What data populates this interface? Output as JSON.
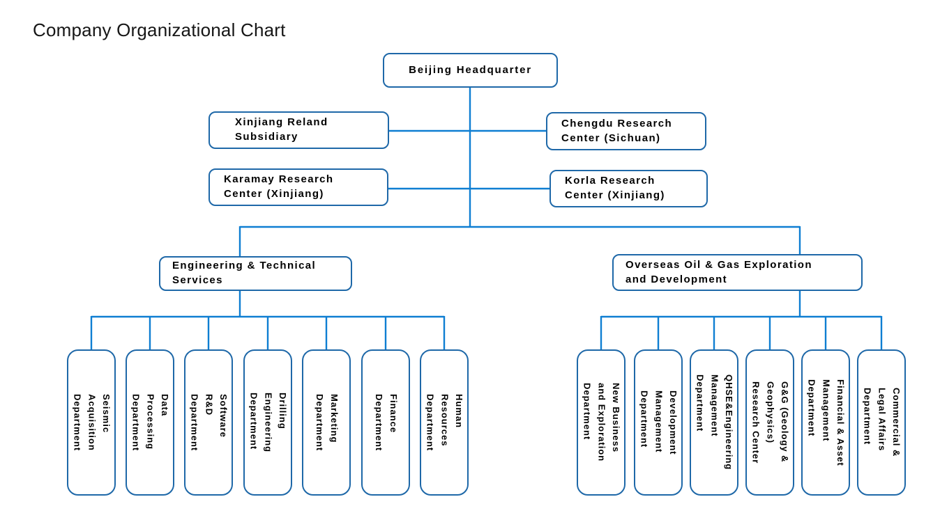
{
  "title": "Company Organizational Chart",
  "colors": {
    "connector_line": "#0e7ed2",
    "box_border": "#1e68a8",
    "box_background": "#ffffff",
    "label_text": "#000000"
  },
  "root": {
    "label": "Beijing Headquarter"
  },
  "level2": [
    {
      "lines": [
        "Xinjiang Reland",
        "Subsidiary"
      ]
    },
    {
      "lines": [
        "Chengdu Research",
        "Center (Sichuan)"
      ]
    },
    {
      "lines": [
        "Karamay Research",
        "Center (Xinjiang)"
      ]
    },
    {
      "lines": [
        "Korla Research",
        "Center (Xinjiang)"
      ]
    }
  ],
  "divisions": [
    {
      "lines": [
        "Engineering & Technical",
        "Services"
      ]
    },
    {
      "lines": [
        "Overseas Oil & Gas Exploration",
        "and Development"
      ]
    }
  ],
  "departments": {
    "engineering": [
      {
        "lines": [
          "Seismic",
          "Acquisition",
          "Department"
        ]
      },
      {
        "lines": [
          "Data",
          "Processing",
          "Department"
        ]
      },
      {
        "lines": [
          "Software",
          "R&D",
          "Department"
        ]
      },
      {
        "lines": [
          "Drilling",
          "Engineering",
          "Department"
        ]
      },
      {
        "lines": [
          "Marketing",
          "Department"
        ]
      },
      {
        "lines": [
          "Finance",
          "Department"
        ]
      },
      {
        "lines": [
          "Human",
          "Resources",
          "Department"
        ]
      }
    ],
    "overseas": [
      {
        "lines": [
          "New Business",
          "and Exploration",
          "Department"
        ]
      },
      {
        "lines": [
          "Development",
          "Management",
          "Department"
        ]
      },
      {
        "lines": [
          "QHSE&Engineering",
          "Management",
          "Department"
        ]
      },
      {
        "lines": [
          "G&G (Geology &",
          "Geophysics)",
          "Research Center"
        ]
      },
      {
        "lines": [
          "Financial & Asset",
          "Management",
          "Department"
        ]
      },
      {
        "lines": [
          "Commercial &",
          "Legal Affairs",
          "Department"
        ]
      }
    ]
  }
}
